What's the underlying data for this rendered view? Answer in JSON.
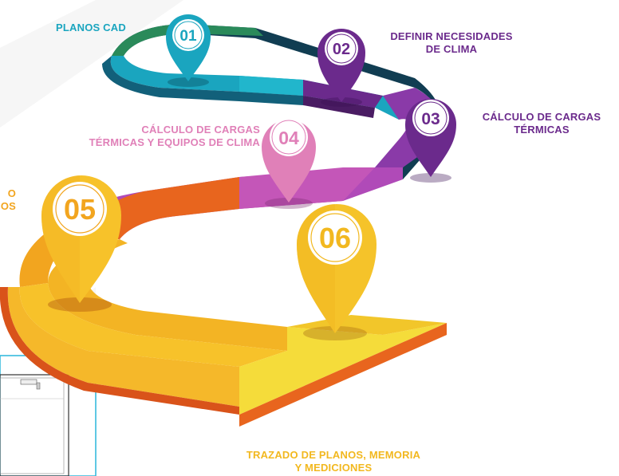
{
  "colors": {
    "teal_dark": "#1f7a5c",
    "teal": "#1aa5bf",
    "purple": "#6b2a8c",
    "purple_light": "#9b3fb0",
    "pink": "#e080b8",
    "orange": "#e8651e",
    "yellow": "#f7c22a",
    "yellow_light": "#f5dc3a"
  },
  "steps": [
    {
      "number": "01",
      "label_lines": [
        "PLANOS CAD"
      ],
      "color": "#1aa5bf"
    },
    {
      "number": "02",
      "label_lines": [
        "DEFINIR NECESIDADES",
        "DE CLIMA"
      ],
      "color": "#6b2a8c"
    },
    {
      "number": "03",
      "label_lines": [
        "CÁLCULO DE CARGAS",
        "TÉRMICAS"
      ],
      "color": "#6b2a8c"
    },
    {
      "number": "04",
      "label_lines": [
        "CÁLCULO DE CARGAS",
        "TÉRMICAS Y EQUIPOS DE CLIMA"
      ],
      "color": "#e080b8"
    },
    {
      "number": "05",
      "label_lines": [
        "O",
        "OS"
      ],
      "color": "#f2a51f"
    },
    {
      "number": "06",
      "label_lines": [
        "TRAZADO DE PLANOS, MEMORIA",
        "Y MEDICIONES"
      ],
      "color": "#f2b81f"
    }
  ]
}
